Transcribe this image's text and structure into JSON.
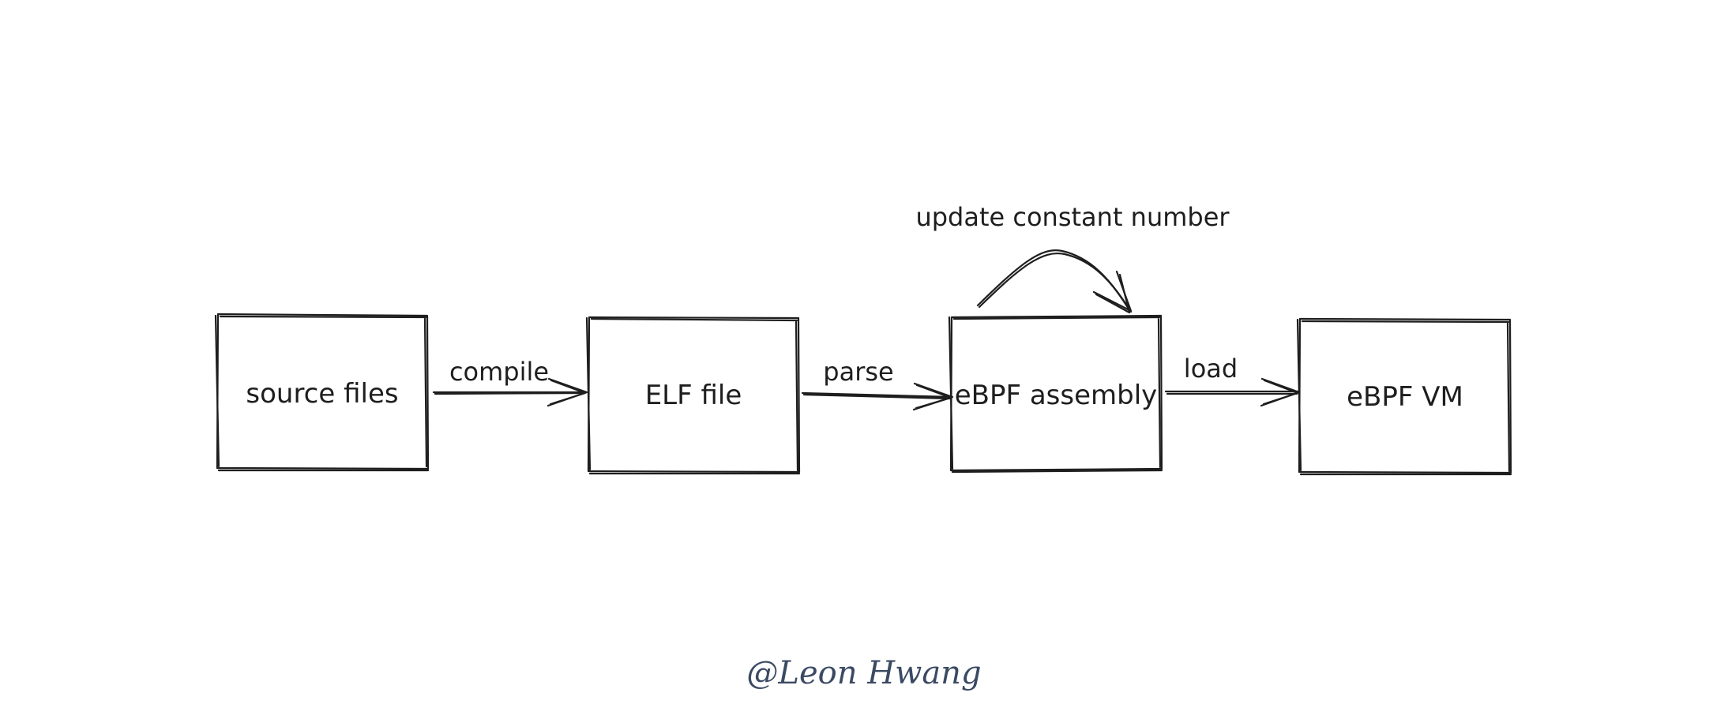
{
  "nodes": [
    {
      "id": "source",
      "label": "source files"
    },
    {
      "id": "elf",
      "label": "ELF file"
    },
    {
      "id": "asm",
      "label": "eBPF assembly"
    },
    {
      "id": "vm",
      "label": "eBPF VM"
    }
  ],
  "edges": [
    {
      "from": "source",
      "to": "elf",
      "label": "compile"
    },
    {
      "from": "elf",
      "to": "asm",
      "label": "parse"
    },
    {
      "from": "asm",
      "to": "vm",
      "label": "load"
    },
    {
      "from": "asm",
      "to": "asm",
      "label": "update constant number"
    }
  ],
  "watermark": "@Leon Hwang",
  "colors": {
    "stroke": "#1e1e1e",
    "watermark": "#3b4a63"
  }
}
